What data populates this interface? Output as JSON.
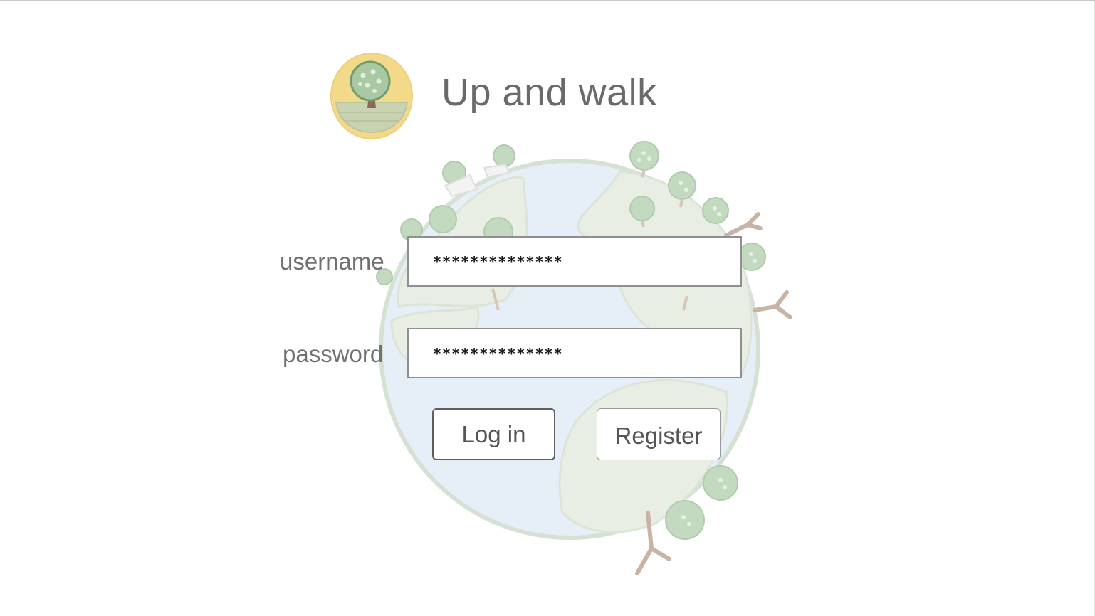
{
  "app": {
    "title": "Up and walk"
  },
  "form": {
    "username": {
      "label": "username",
      "value": "**************"
    },
    "password": {
      "label": "password",
      "value": "**************"
    },
    "login_label": "Log in",
    "register_label": "Register"
  },
  "colors": {
    "title_text": "#6a6a6a",
    "logo_bg": "#f3d98a",
    "globe_ocean": "#e3eef8",
    "globe_land": "#e9efe4",
    "tree": "#b9d3b6"
  },
  "icons": {
    "logo": "tree-logo-icon",
    "background": "globe-with-trees-illustration"
  }
}
